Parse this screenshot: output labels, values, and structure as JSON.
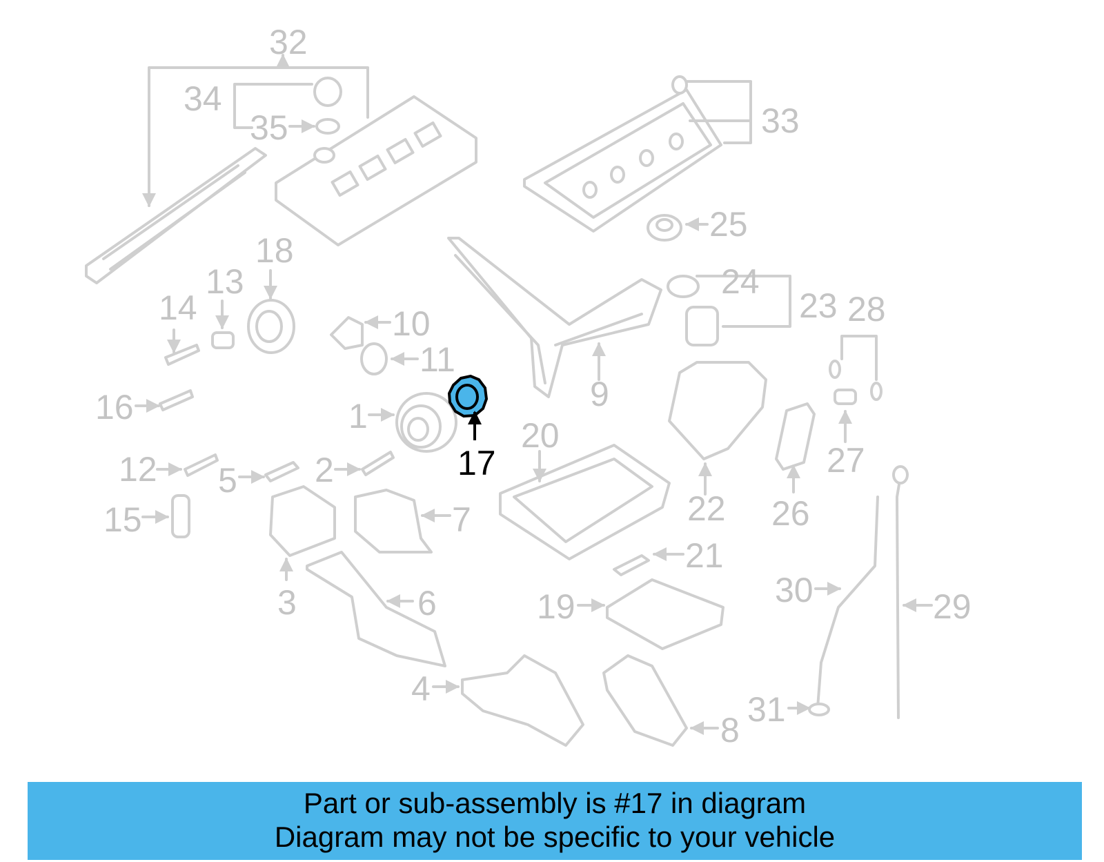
{
  "labels": [
    {
      "id": "32",
      "text": "32"
    },
    {
      "id": "34",
      "text": "34"
    },
    {
      "id": "35",
      "text": "35"
    },
    {
      "id": "33",
      "text": "33"
    },
    {
      "id": "25",
      "text": "25"
    },
    {
      "id": "18",
      "text": "18"
    },
    {
      "id": "13",
      "text": "13"
    },
    {
      "id": "14",
      "text": "14"
    },
    {
      "id": "10",
      "text": "10"
    },
    {
      "id": "11",
      "text": "11"
    },
    {
      "id": "24",
      "text": "24"
    },
    {
      "id": "23",
      "text": "23"
    },
    {
      "id": "28",
      "text": "28"
    },
    {
      "id": "9",
      "text": "9"
    },
    {
      "id": "16",
      "text": "16"
    },
    {
      "id": "1",
      "text": "1"
    },
    {
      "id": "17",
      "text": "17"
    },
    {
      "id": "20",
      "text": "20"
    },
    {
      "id": "22",
      "text": "22"
    },
    {
      "id": "26",
      "text": "26"
    },
    {
      "id": "27",
      "text": "27"
    },
    {
      "id": "12",
      "text": "12"
    },
    {
      "id": "5",
      "text": "5"
    },
    {
      "id": "2",
      "text": "2"
    },
    {
      "id": "15",
      "text": "15"
    },
    {
      "id": "7",
      "text": "7"
    },
    {
      "id": "21",
      "text": "21"
    },
    {
      "id": "3",
      "text": "3"
    },
    {
      "id": "6",
      "text": "6"
    },
    {
      "id": "30",
      "text": "30"
    },
    {
      "id": "19",
      "text": "19"
    },
    {
      "id": "29",
      "text": "29"
    },
    {
      "id": "4",
      "text": "4"
    },
    {
      "id": "31",
      "text": "31"
    },
    {
      "id": "8",
      "text": "8"
    }
  ],
  "highlighted_part": "17",
  "colors": {
    "highlight": "#4ab5ea",
    "banner": "#4ab5ea",
    "faded": "#cfcfcf"
  },
  "banner": {
    "line1": "Part or sub-assembly is #17 in diagram",
    "line2": "Diagram may not be specific to your vehicle"
  }
}
